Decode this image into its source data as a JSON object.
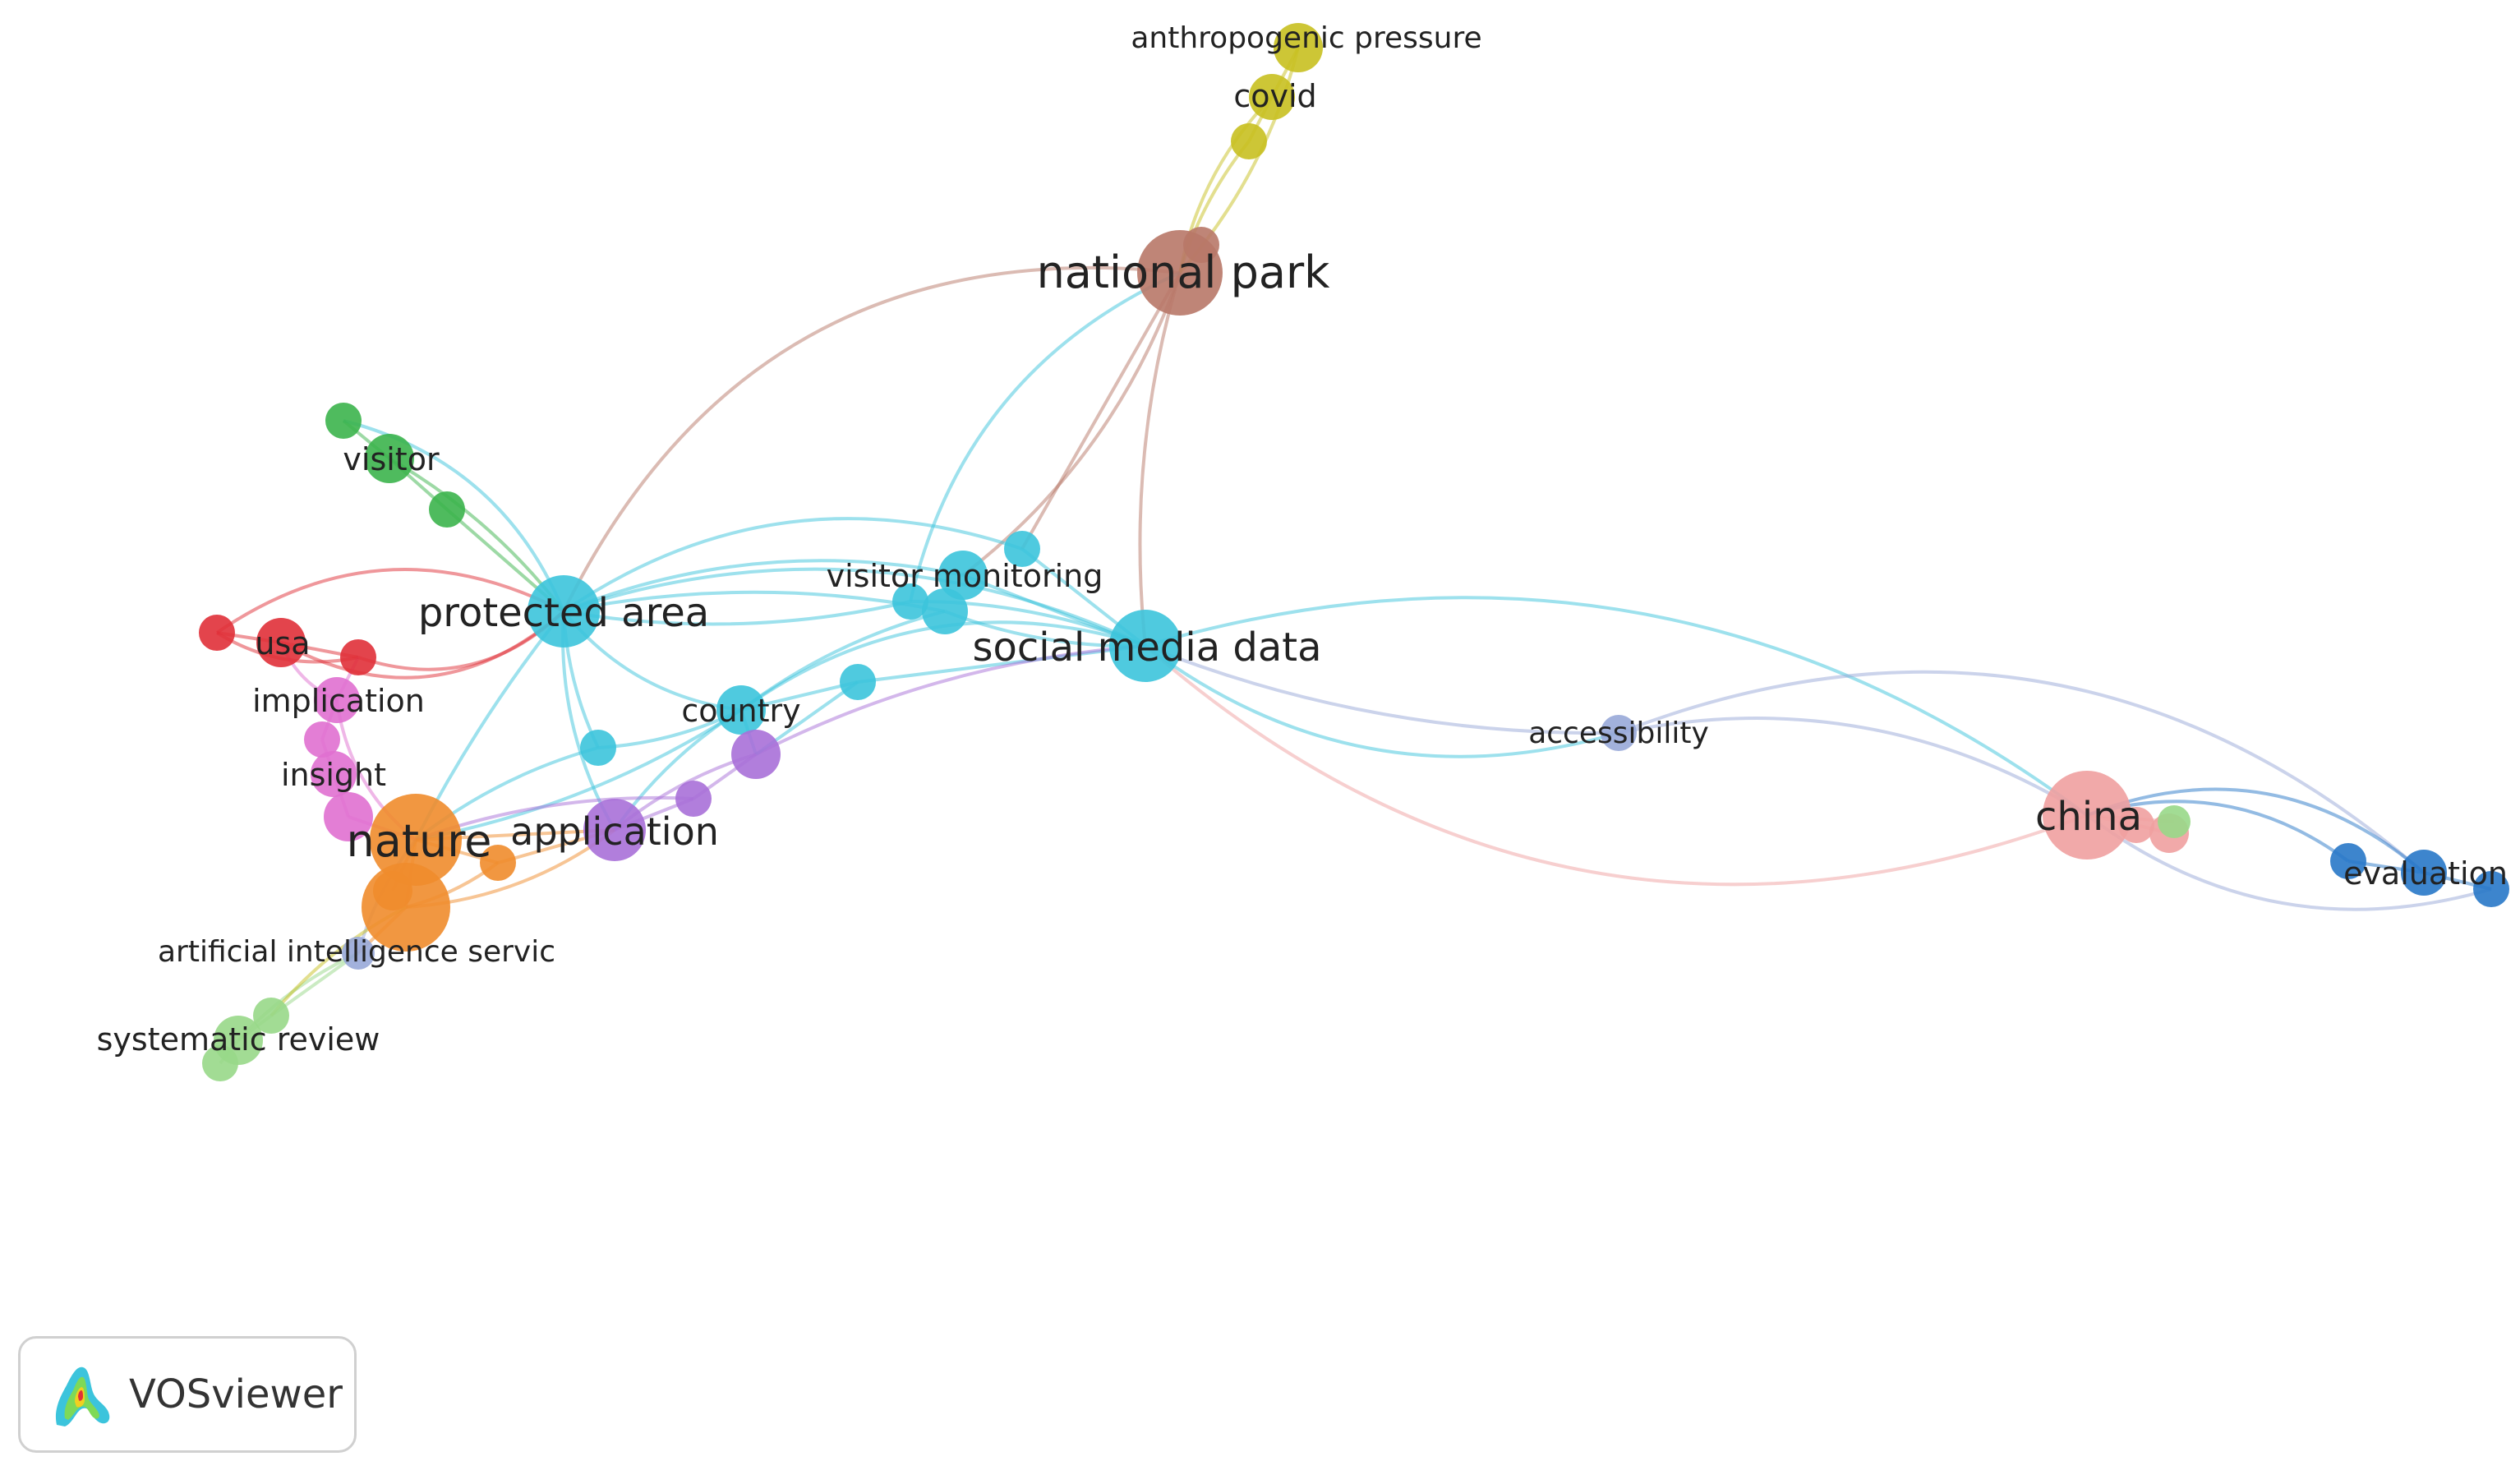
{
  "network": {
    "colors": {
      "cyan": "#3cc4dc",
      "orange": "#f08c2c",
      "brown": "#b87868",
      "yellow": "#c8c020",
      "green": "#3cb44c",
      "red": "#e03038",
      "pink": "#e070d0",
      "purple": "#a870d8",
      "lightgreen": "#98d888",
      "lightpink": "#f0a0a0",
      "blue": "#2878c8",
      "lavender": "#98a8d8"
    },
    "labels": {
      "anthropogenic_pressure": "anthropogenic pressure",
      "covid": "covid",
      "national_park": "national park",
      "visitor": "visitor",
      "visitor_monitoring": "visitor monitoring",
      "protected_area": "protected area",
      "social_media_data": "social media data",
      "usa": "usa",
      "implication": "implication",
      "country": "country",
      "accessibility": "accessibility",
      "insight": "insight",
      "nature": "nature",
      "application": "application",
      "china": "china",
      "evaluation": "evaluation",
      "artificial_intelligence": "artificial intelligence servic",
      "systematic_review": "systematic review"
    }
  },
  "branding": {
    "app_name": "VOSviewer",
    "logo_icon": "vosviewer-logo-icon"
  }
}
